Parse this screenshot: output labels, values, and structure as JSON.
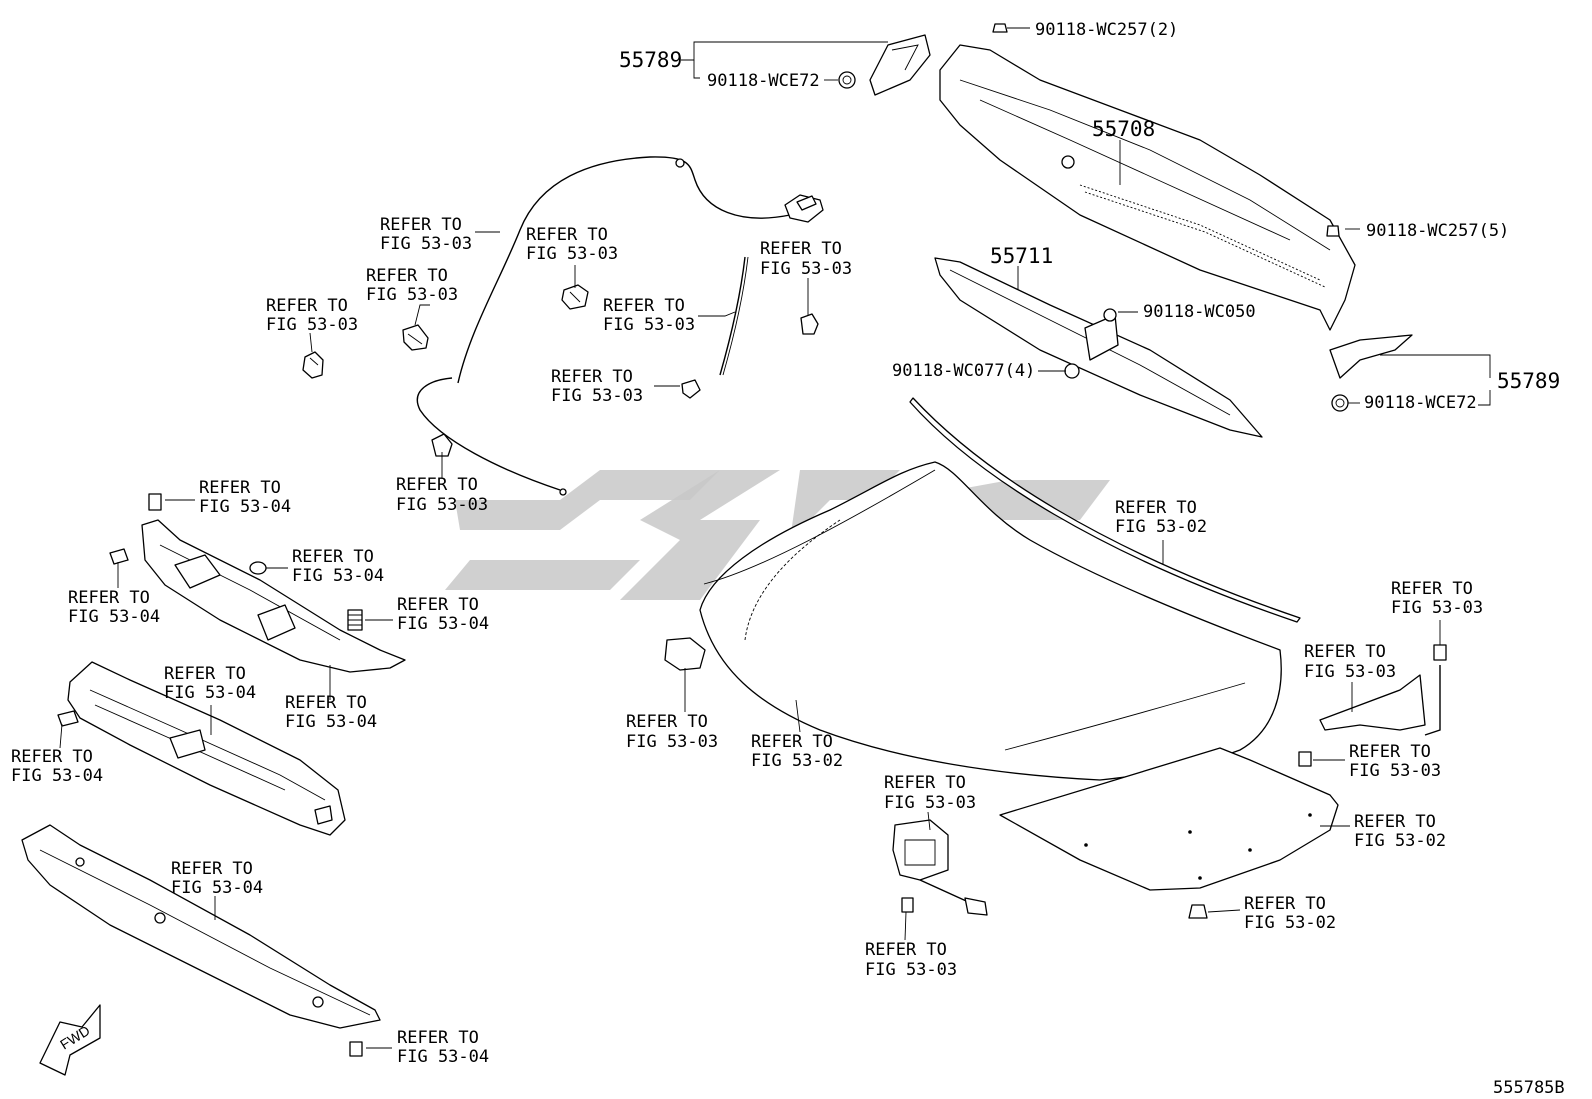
{
  "diagram_id": "555785B",
  "orientation_label": "FWD",
  "callouts": {
    "p55789_top": "55789",
    "p90118_wce72_top": "90118-WCE72",
    "p90118_wc257_2": "90118-WC257(2)",
    "p55708": "55708",
    "p90118_wc257_5": "90118-WC257(5)",
    "p55711": "55711",
    "p90118_wc050": "90118-WC050",
    "p90118_wc077_4": "90118-WC077(4)",
    "p55789_right": "55789",
    "p90118_wce72_right": "90118-WCE72"
  },
  "refer_to": "REFER TO",
  "figs": {
    "f53_02": "FIG 53-02",
    "f53_03": "FIG 53-03",
    "f53_04": "FIG 53-04"
  },
  "icons": [
    "fwd-arrow-icon",
    "watermark-logo"
  ]
}
